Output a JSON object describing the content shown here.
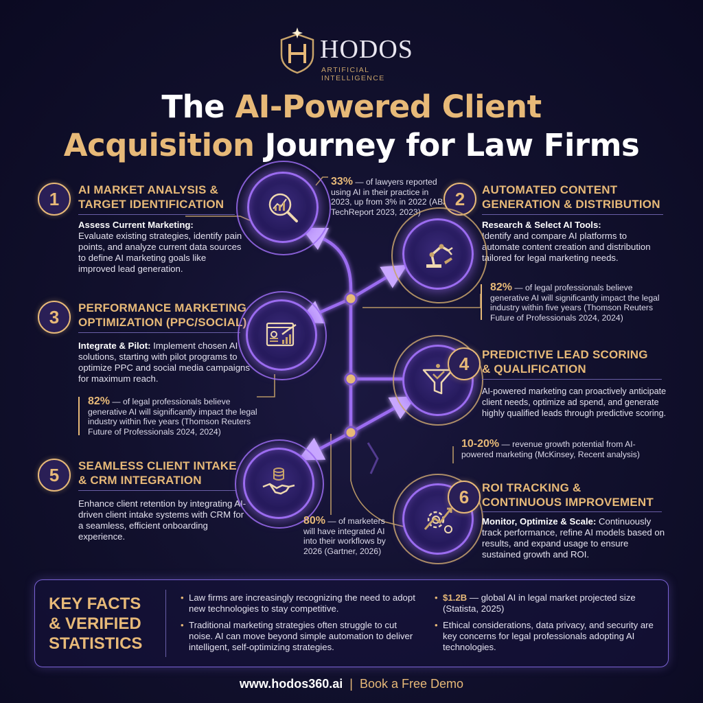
{
  "brand": {
    "name": "HODOS",
    "tagline": "ARTIFICIAL INTELLIGENCE"
  },
  "title": {
    "part1": "The ",
    "part2": "AI-Powered Client",
    "part3": "Acquisition",
    "part4": " Journey for Law Firms"
  },
  "steps": [
    {
      "num": "1",
      "title_line1": "AI MARKET ANALYSIS &",
      "title_line2": "TARGET IDENTIFICATION",
      "lead": "Assess Current Marketing:",
      "body": "Evaluate existing strategies, identify pain points, and analyze current data sources to define AI marketing goals like improved lead generation.",
      "icon": "analytics-magnifier-icon"
    },
    {
      "num": "2",
      "title_line1": "AUTOMATED CONTENT",
      "title_line2": "GENERATION & DISTRIBUTION",
      "lead": "Research & Select AI Tools:",
      "body": "Identify and compare AI platforms to automate content creation and distribution tailored for legal marketing needs.",
      "icon": "robot-arm-icon"
    },
    {
      "num": "3",
      "title_line1": "PERFORMANCE MARKETING",
      "title_line2": "OPTIMIZATION (PPC/SOCIAL)",
      "lead": "Integrate & Pilot:",
      "body": " Implement chosen AI solutions, starting with pilot programs to optimize PPC and social media campaigns for maximum reach.",
      "icon": "dashboard-chart-icon"
    },
    {
      "num": "4",
      "title_line1": "PREDICTIVE LEAD SCORING",
      "title_line2": "& QUALIFICATION",
      "lead": "",
      "body": "AI-powered marketing can proactively anticipate client needs, optimize ad spend, and generate highly qualified leads through predictive scoring.",
      "icon": "funnel-icon"
    },
    {
      "num": "5",
      "title_line1": "SEAMLESS CLIENT INTAKE",
      "title_line2": "& CRM INTEGRATION",
      "lead": "",
      "body": "Enhance client retention by integrating AI-driven client intake systems with CRM for a seamless, efficient onboarding experience.",
      "icon": "handshake-database-icon"
    },
    {
      "num": "6",
      "title_line1": "ROI TRACKING &",
      "title_line2": "CONTINUOUS IMPROVEMENT",
      "lead": "Monitor, Optimize & Scale:",
      "body": " Continuously track performance, refine AI models based on results, and expand usage to ensure sustained growth and ROI.",
      "icon": "gear-growth-icon"
    }
  ],
  "stats": {
    "s33": {
      "big": "33%",
      "text": " — of lawyers reported using AI in their practice in 2023, up from 3% in 2022 (ABA TechReport 2023, 2023)"
    },
    "s82a": {
      "big": "82%",
      "text": " — of legal professionals believe generative AI will significantly impact the legal industry within five years (Thomson Reuters Future of Professionals 2024, 2024)"
    },
    "s82b": {
      "big": "82%",
      "text": " — of legal professionals believe generative AI will significantly impact the legal industry within five years (Thomson Reuters Future of Professionals 2024, 2024)"
    },
    "s1020": {
      "big": "10-20%",
      "text": " — revenue growth potential from AI-powered marketing (McKinsey, Recent analysis)"
    },
    "s80": {
      "big": "80%",
      "text": " — of marketers will have integrated AI into their workflows by 2026 (Gartner, 2026)"
    }
  },
  "facts": {
    "title_line1": "KEY FACTS",
    "title_line2": "& VERIFIED",
    "title_line3": "STATISTICS",
    "items": [
      {
        "big": "",
        "text": "Law firms are increasingly recognizing the need to adopt new technologies to stay competitive."
      },
      {
        "big": "",
        "text": "Traditional marketing strategies often struggle to cut noise.  AI can move beyond simple automation to deliver intelligent, self-optimizing strategies."
      },
      {
        "big": "$1.2B",
        "text": " — global AI in legal market projected size (Statista, 2025)"
      },
      {
        "big": "",
        "text": "Ethical considerations, data privacy, and security are key concerns for legal professionals adopting AI technologies."
      }
    ]
  },
  "footer": {
    "url": "www.hodos360.ai",
    "separator": "|",
    "cta": "Book a Free Demo"
  },
  "colors": {
    "gold": "#e7b978",
    "purple_glow": "#9b6cf0",
    "background": "#12112e"
  }
}
